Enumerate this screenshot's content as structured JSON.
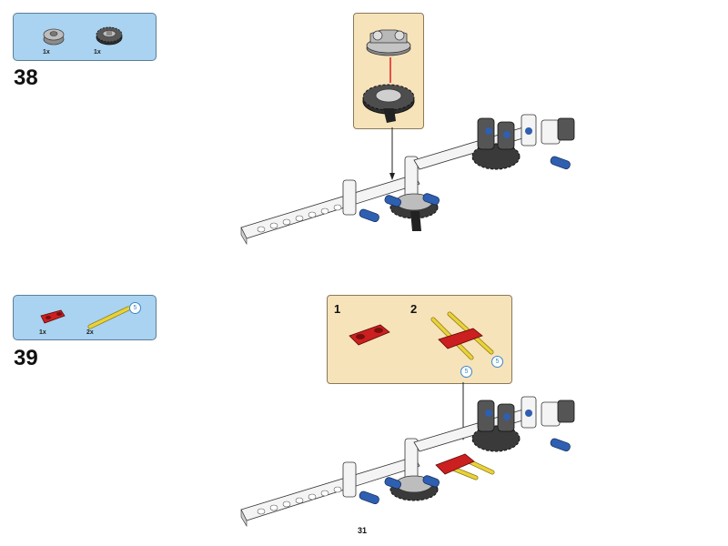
{
  "step38": {
    "number": "38",
    "parts": [
      {
        "qty": "1x",
        "icon": "turntable-bottom-icon"
      },
      {
        "qty": "1x",
        "icon": "turntable-gear-icon"
      }
    ]
  },
  "step39": {
    "number": "39",
    "parts": [
      {
        "qty": "1x",
        "icon": "red-connector-icon"
      },
      {
        "qty": "2x",
        "icon": "yellow-axle-icon",
        "length": "5"
      }
    ],
    "callout": {
      "sub1": "1",
      "sub2": "2",
      "axle_length_a": "5",
      "axle_length_b": "5"
    }
  },
  "page_number": "31",
  "colors": {
    "parts_box": "#a9d3f0",
    "callout_box": "#f7e3ba",
    "beam_white": "#f4f4f4",
    "pin_blue": "#2f5fb0",
    "part_red": "#cc1f1f",
    "axle_yellow": "#e9d23a",
    "gear_dark": "#3c3c3c",
    "part_gray": "#9a9a9a"
  }
}
